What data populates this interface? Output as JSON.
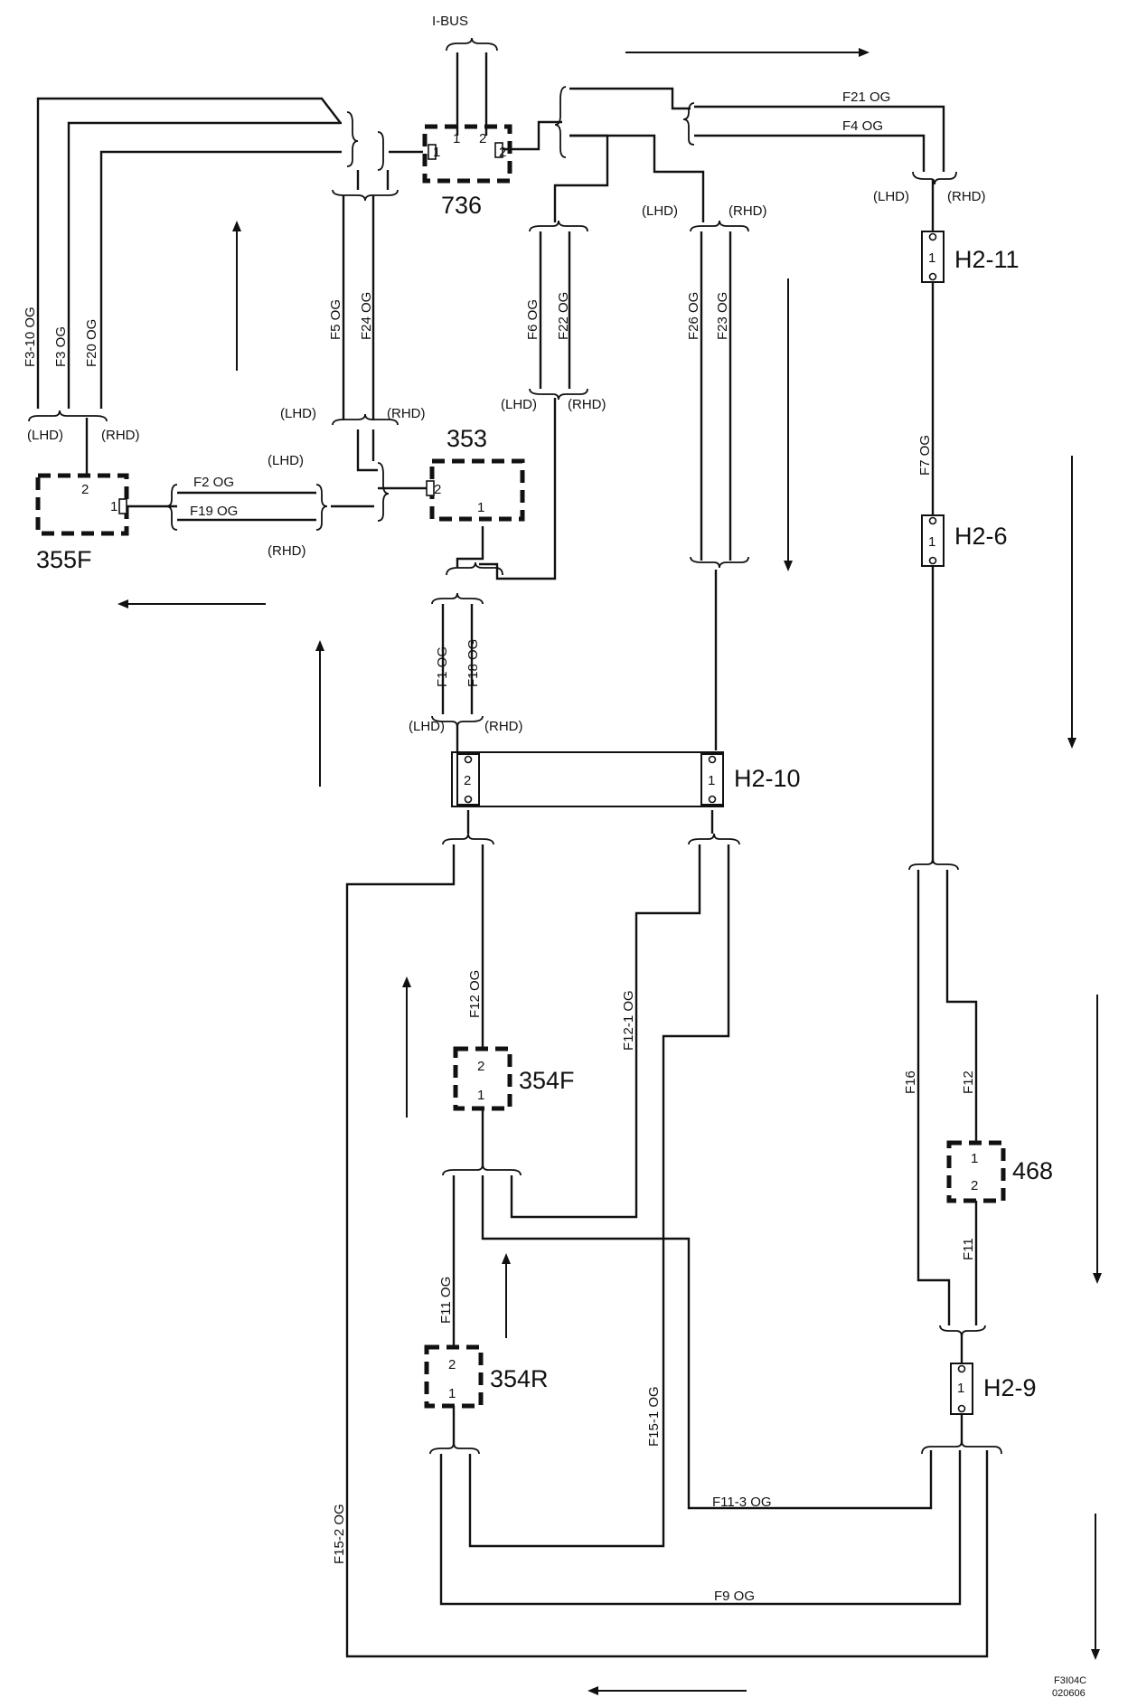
{
  "bus": {
    "name": "I-BUS"
  },
  "components": {
    "c736": {
      "name": "736",
      "pins": [
        "1",
        "1",
        "2",
        "2"
      ]
    },
    "c353": {
      "name": "353",
      "pins": [
        "2",
        "1"
      ]
    },
    "c355F": {
      "name": "355F",
      "pins": [
        "2",
        "1"
      ]
    },
    "c354F": {
      "name": "354F",
      "pins": [
        "2",
        "1"
      ]
    },
    "c354R": {
      "name": "354R",
      "pins": [
        "2",
        "1"
      ]
    },
    "c468": {
      "name": "468",
      "pins": [
        "1",
        "2"
      ]
    }
  },
  "connectors": {
    "H2_11": {
      "name": "H2-11",
      "pins": [
        "1"
      ]
    },
    "H2_6": {
      "name": "H2-6",
      "pins": [
        "1"
      ]
    },
    "H2_10": {
      "name": "H2-10",
      "pins": [
        "2",
        "1"
      ]
    },
    "H2_9": {
      "name": "H2-9",
      "pins": [
        "1"
      ]
    }
  },
  "variants": {
    "lhd": "(LHD)",
    "rhd": "(RHD)"
  },
  "wires": {
    "F3_10": "F3-10  OG",
    "F3": "F3   OG",
    "F20": "F20  OG",
    "F5": "F5   OG",
    "F24": "F24  OG",
    "F6": "F6   OG",
    "F22": "F22  OG",
    "F26": "F26  OG",
    "F23": "F23  OG",
    "F21": "F21  OG",
    "F4": "F4   OG",
    "F7": "F7   OG",
    "F2": "F2    OG",
    "F19": "F19  OG",
    "F1": "F1  OG",
    "F18": "F18  OG",
    "F12": "F12  OG",
    "F12_1": "F12-1  OG",
    "F11": "F11  OG",
    "F15_1": "F15-1   OG",
    "F15_2": "F15-2  OG",
    "F11_3": "F11-3  OG",
    "F9": "F9   OG",
    "F16": "F16",
    "F12b": "F12",
    "F11b": "F11"
  },
  "figure_code": {
    "line1": "F3I04C",
    "line2": "020606"
  }
}
